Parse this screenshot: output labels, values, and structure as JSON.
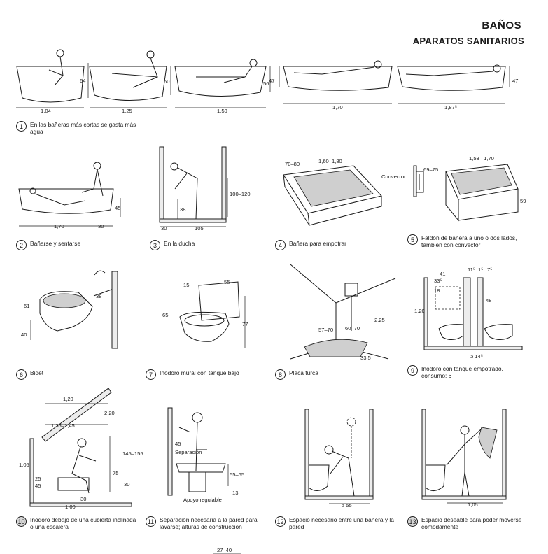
{
  "header": {
    "title": "BAÑOS",
    "subtitle": "APARATOS SANITARIOS"
  },
  "captions": [
    {
      "n": "1",
      "text": "En las bañeras más cortas se gasta más agua"
    },
    {
      "n": "2",
      "text": "Bañarse y sentarse"
    },
    {
      "n": "3",
      "text": "En la ducha"
    },
    {
      "n": "4",
      "text": "Bañera para empotrar"
    },
    {
      "n": "5",
      "text": "Faldón de bañera a uno o dos lados, también con convector"
    },
    {
      "n": "6",
      "text": "Bidet"
    },
    {
      "n": "7",
      "text": "Inodoro mural con tanque bajo"
    },
    {
      "n": "8",
      "text": "Placa turca"
    },
    {
      "n": "9",
      "text": "Inodoro con tanque empotrado, consumo: 6 l"
    },
    {
      "n": "10",
      "text": "Inodoro debajo de una cubierta inclinada o una escalera"
    },
    {
      "n": "11",
      "text": "Separación necesaria a la pared para lavarse; alturas de construcción"
    },
    {
      "n": "12",
      "text": "Espacio necesario entre una bañera y la pared"
    },
    {
      "n": "13",
      "text": "Espacio deseable para poder moverse cómodamente"
    }
  ],
  "dims": {
    "f1": [
      "1,04",
      "64",
      "1,25",
      "60",
      "1,50",
      "56",
      "1,70",
      "47",
      "1,87⁵",
      "47"
    ],
    "f2": [
      "1,70",
      "30",
      "45"
    ],
    "f3": [
      "100–120",
      "38",
      "30",
      "105"
    ],
    "f4": [
      "70–80",
      "1,60–1,80"
    ],
    "f5": [
      "Convector",
      "69–75",
      "1,53– 1,70",
      "59"
    ],
    "f6": [
      "61",
      "38",
      "40"
    ],
    "f7": [
      "15",
      "55",
      "65",
      "77"
    ],
    "f8": [
      "2,25",
      "57–70",
      "60–70",
      "33,5"
    ],
    "f9": [
      "41",
      "33⁵",
      "11⁵",
      "1⁵",
      "7⁵",
      "18",
      "1,20",
      "48",
      "≥ 14⁵"
    ],
    "f10": [
      "1,20",
      "2,20",
      "1,35–1,45",
      "145–155",
      "1,05",
      "75",
      "25",
      "45",
      "30",
      "1,00",
      "30"
    ],
    "f11": [
      "45",
      "Separación",
      "55–65",
      "13",
      "Apoyo regulable"
    ],
    "f12": [
      "≥ 55"
    ],
    "f13": [
      "1,05"
    ],
    "bottom": [
      "27–40"
    ]
  }
}
